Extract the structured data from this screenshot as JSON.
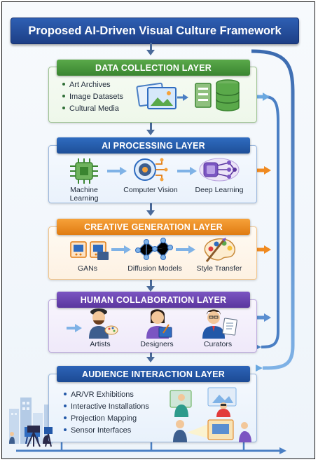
{
  "title": "Proposed AI-Driven Visual Culture Framework",
  "layers": [
    {
      "header": "DATA COLLECTION LAYER",
      "color": "#3f8a34",
      "items": [
        "Art Archives",
        "Image Datasets",
        "Cultural Media"
      ]
    },
    {
      "header": "AI PROCESSING LAYER",
      "color": "#2358a8",
      "items": [
        "Machine Learning",
        "Computer Vision",
        "Deep Learning"
      ]
    },
    {
      "header": "CREATIVE GENERATION LAYER",
      "color": "#ea8a1f",
      "items": [
        "GANs",
        "Diffusion Models",
        "Style Transfer"
      ]
    },
    {
      "header": "HUMAN COLLABORATION LAYER",
      "color": "#6a44b0",
      "items": [
        "Artists",
        "Designers",
        "Curators"
      ]
    },
    {
      "header": "AUDIENCE INTERACTION LAYER",
      "color": "#2358a8",
      "items": [
        "AR/VR Exhibitions",
        "Interactive Installations",
        "Projection Mapping",
        "Sensor Interfaces"
      ]
    }
  ],
  "icons": [
    "archive-frames-icon",
    "database-icon",
    "chip-icon",
    "eye-icon",
    "neural-network-icon",
    "gan-icon",
    "diffusion-graph-icon",
    "palette-icon",
    "artist-icon",
    "designer-icon",
    "curator-icon",
    "city-icon",
    "vr-user-icon",
    "projection-icon"
  ]
}
